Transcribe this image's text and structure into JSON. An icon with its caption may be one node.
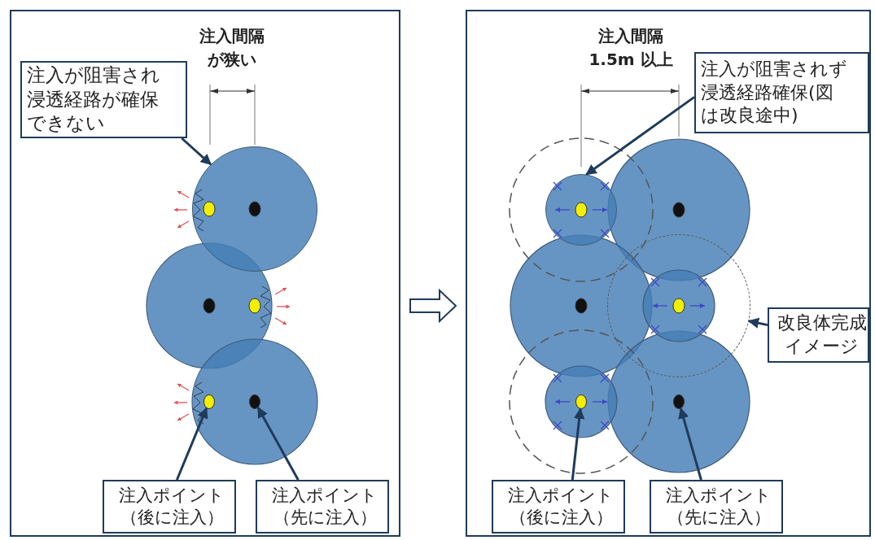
{
  "diagram": {
    "nodes": [
      {
        "text": [],
        "shape": "box"
      },
      {
        "text": [
          "注入が阻害され浸透経路が確保できない"
        ],
        "in": 0
      },
      {
        "text": [
          "注入ポイント（後に注入）"
        ],
        "in": 0
      },
      {
        "text": [
          "注入ポイント（先に注入）"
        ],
        "in": 0
      },
      {
        "text": [],
        "shape": "circle",
        "in": 0
      },
      {
        "text": [],
        "shape": "circle",
        "in": 0
      },
      {
        "text": [],
        "shape": "box"
      },
      {
        "text": [
          "注入が阻害されず浸透経路確保(図は改良途中)"
        ],
        "in": 6
      },
      {
        "text": [
          "改良体完成イメージ"
        ],
        "in": 6
      },
      {
        "text": [
          "注入ポイント（後に注入）"
        ],
        "in": 6
      },
      {
        "text": [
          "注入ポイント（先に注入）"
        ],
        "in": 6
      },
      {
        "text": [],
        "shape": "circle",
        "in": 6
      },
      {
        "text": [],
        "shape": "circle",
        "in": 6
      },
      {
        "text": [],
        "shape": "circle",
        "in": 6
      },
      {
        "text": [],
        "shape": "circle",
        "in": 6
      },
      {
        "text": [],
        "shape": "circle",
        "in": 0
      }
    ],
    "edges": [
      {
        "from": 0,
        "to": 6,
        "arrow": "to",
        "style": "thick"
      },
      {
        "from": 1,
        "to": 15,
        "arrow": "to"
      },
      {
        "from": 2,
        "to": 4,
        "arrow": "to"
      },
      {
        "from": 3,
        "to": 5,
        "arrow": "to"
      },
      {
        "from": 7,
        "to": 11,
        "arrow": "to"
      },
      {
        "from": 8,
        "to": 14,
        "arrow": "to"
      },
      {
        "from": 9,
        "to": 12,
        "arrow": "to"
      },
      {
        "from": 10,
        "to": 13,
        "arrow": "to"
      }
    ],
    "labels": [
      "注入間隔が狭い",
      "注入間隔1.5m 以上"
    ]
  }
}
